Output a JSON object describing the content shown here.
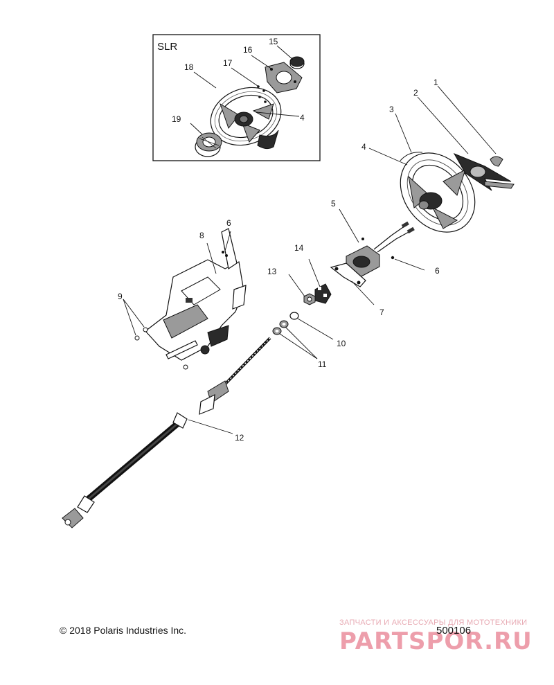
{
  "inset": {
    "title": "SLR"
  },
  "callouts": {
    "c1": "1",
    "c2": "2",
    "c3": "3",
    "c4_main": "4",
    "c4_inset": "4",
    "c5": "5",
    "c6_upper": "6",
    "c6_right": "6",
    "c7": "7",
    "c8": "8",
    "c9": "9",
    "c10": "10",
    "c11": "11",
    "c12": "12",
    "c13": "13",
    "c14": "14",
    "c15": "15",
    "c16": "16",
    "c17": "17",
    "c18": "18",
    "c19": "19"
  },
  "footer": {
    "copyright": "© 2018 Polaris Industries Inc.",
    "drawing_number": "500106"
  },
  "watermark": {
    "tagline": "ЗАПЧАСТИ И АКСЕССУАРЫ ДЛЯ МОТОТЕХНИКИ",
    "logo": "PARTSPOR.RU"
  }
}
